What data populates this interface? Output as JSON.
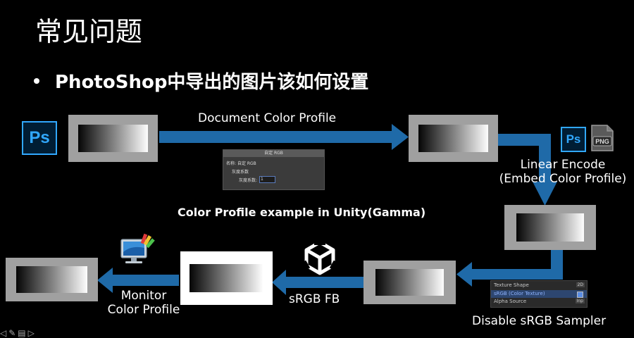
{
  "slide": {
    "title": "常见问题",
    "bullet": "PhotoShop中导出的图片该如何设置"
  },
  "labels": {
    "document_color_profile": "Document Color Profile",
    "linear_encode_line1": "Linear Encode",
    "linear_encode_line2": "(Embed Color Profile)",
    "caption": "Color Profile example in Unity(Gamma)",
    "disable_srgb_sampler": "Disable sRGB Sampler",
    "srgb_fb": "sRGB FB",
    "monitor_color_profile_line1": "Monitor",
    "monitor_color_profile_line2": "Color Profile"
  },
  "ps_icon_text": "Ps",
  "png_icon_text": "PNG",
  "gamma_dialog": {
    "title": "自定 RGB",
    "name_label": "名称:",
    "name_value": "自定 RGB",
    "section": "灰度系数",
    "field_label": "灰度系数:",
    "field_value": "1"
  },
  "texture_inspector": {
    "row1": "Texture Shape",
    "row1_value": "2D",
    "row2": "sRGB (Color Texture)",
    "row3": "Alpha Source",
    "row3_value": "Inp"
  },
  "icons": [
    "photoshop-icon",
    "png-file-icon",
    "unity-logo-icon",
    "monitor-color-icon"
  ],
  "colors": {
    "arrow": "#1f6aa8",
    "frame": "#a0a0a0",
    "ps_blue": "#31a8ff",
    "ps_bg": "#001d34"
  }
}
